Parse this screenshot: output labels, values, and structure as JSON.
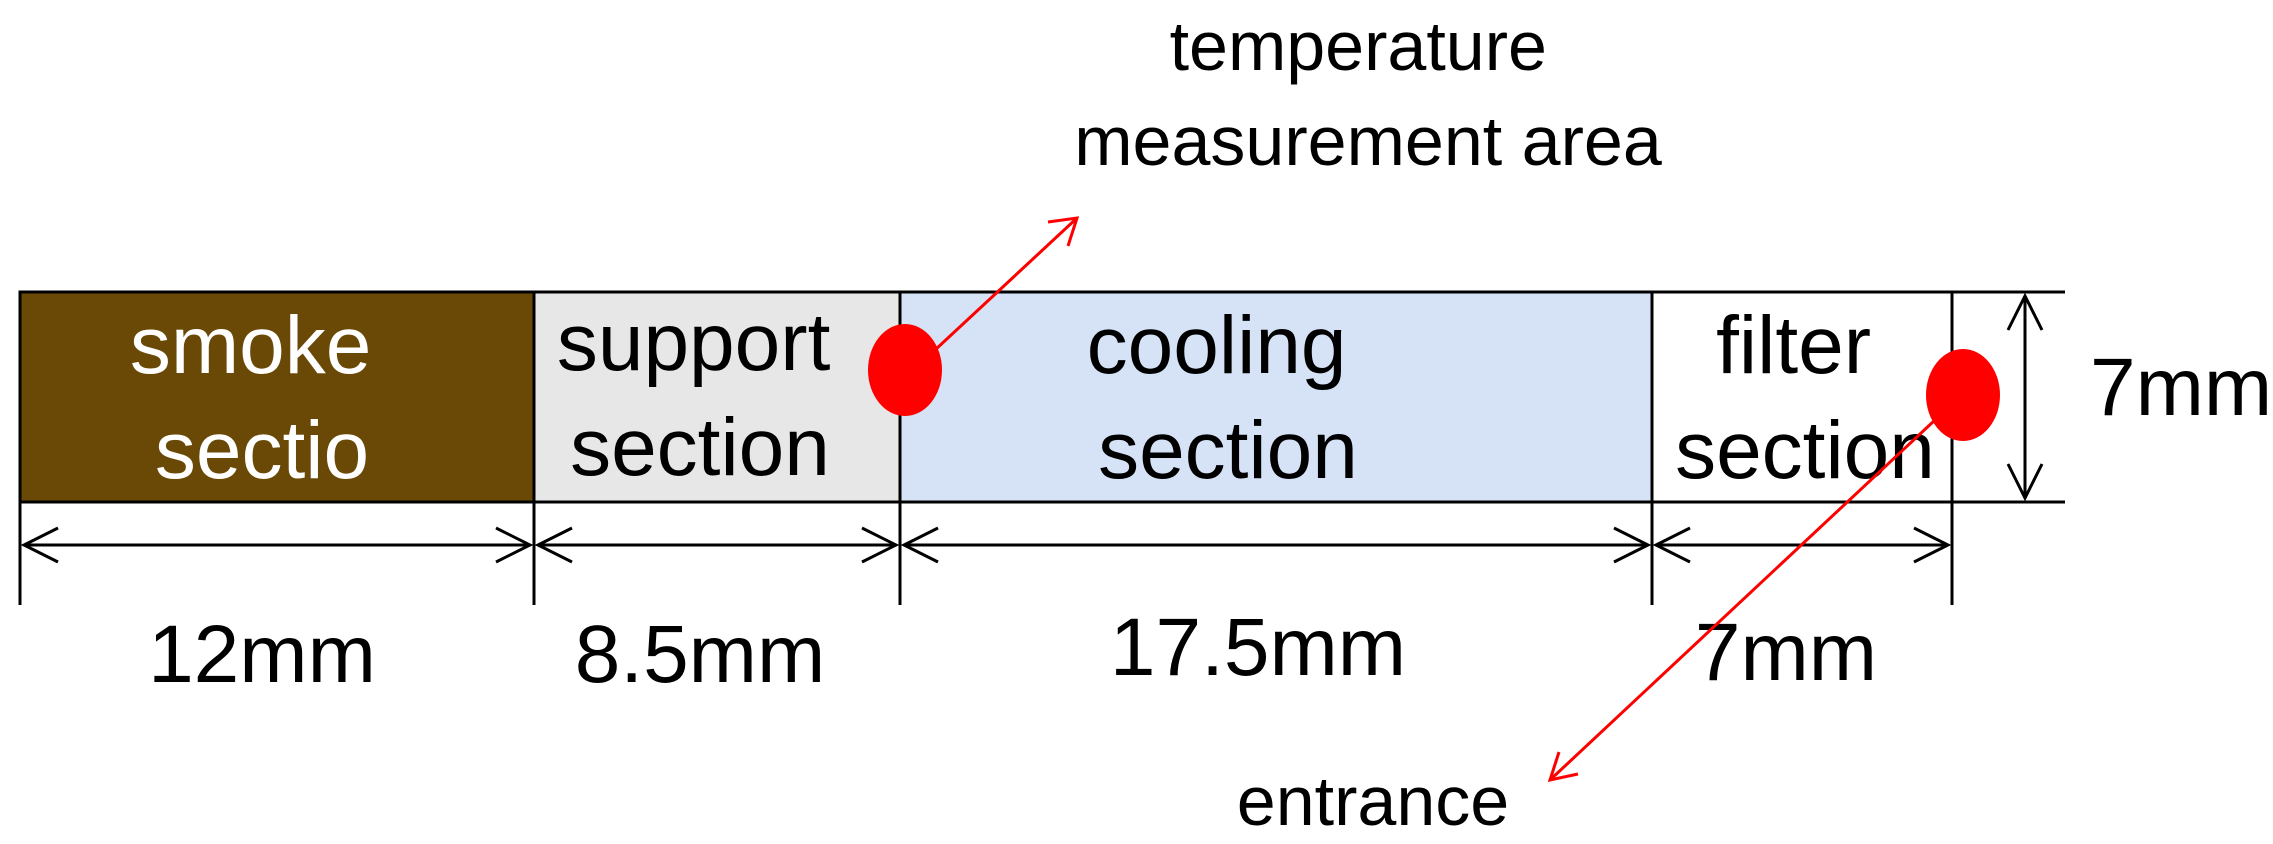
{
  "sections": [
    {
      "id": "smoke",
      "line1": "smoke",
      "line2": "sectio",
      "length": "12mm",
      "fill": "#6a4906",
      "text_color": "#ffffff"
    },
    {
      "id": "support",
      "line1": "support",
      "line2": "section",
      "length": "8.5mm",
      "fill": "#e7e7e7",
      "text_color": "#000000"
    },
    {
      "id": "cooling",
      "line1": "cooling",
      "line2": "section",
      "length": "17.5mm",
      "fill": "#d6e3f6",
      "text_color": "#000000"
    },
    {
      "id": "filter",
      "line1": "filter",
      "line2": "section",
      "length": "7mm",
      "fill": "#ffffff",
      "text_color": "#000000"
    }
  ],
  "diameter": "7mm",
  "annotations": {
    "temperature_line1": "temperature",
    "temperature_line2": "measurement area",
    "entrance": "entrance"
  },
  "colors": {
    "marker": "#ff0000",
    "arrow": "#ff0000",
    "outline": "#000000"
  }
}
